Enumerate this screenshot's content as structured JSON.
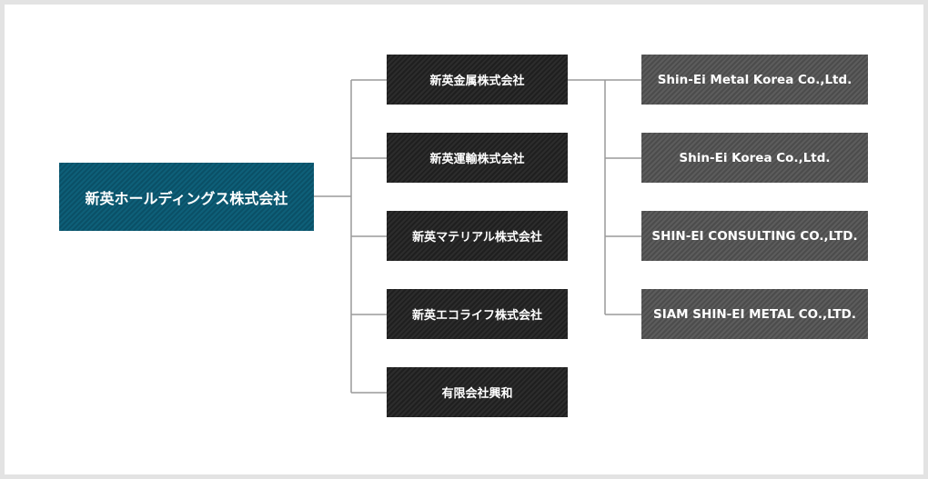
{
  "root": {
    "label": "新英ホールディングス株式会社"
  },
  "subsidiaries": [
    {
      "label": "新英金属株式会社"
    },
    {
      "label": "新英運輸株式会社"
    },
    {
      "label": "新英マテリアル株式会社"
    },
    {
      "label": "新英エコライフ株式会社"
    },
    {
      "label": "有限会社興和"
    }
  ],
  "group_companies": [
    {
      "label": "Shin-Ei Metal Korea Co.,Ltd."
    },
    {
      "label": "Shin-Ei Korea Co.,Ltd."
    },
    {
      "label": "SHIN-EI CONSULTING CO.,LTD."
    },
    {
      "label": "SIAM SHIN-EI METAL CO.,LTD."
    }
  ],
  "colors": {
    "root_fill": "#0e5f78",
    "subsidiary_fill": "#262626",
    "group_fill": "#555555",
    "connector": "#999999",
    "background": "#e3e3e3"
  }
}
